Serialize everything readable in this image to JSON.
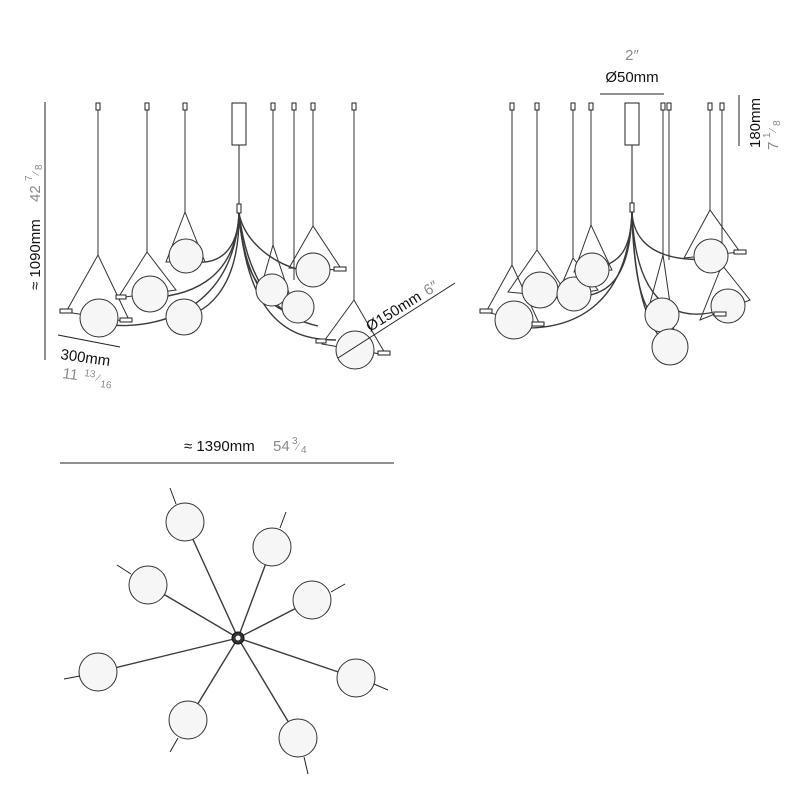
{
  "dimensions": {
    "height": {
      "metric": "≈ 1090mm",
      "imperial_whole": "42",
      "imperial_num": "7",
      "imperial_den": "8"
    },
    "spread": {
      "metric": "300mm",
      "imperial_whole": "11",
      "imperial_num": "13",
      "imperial_den": "16"
    },
    "globe": {
      "metric": "Ø150mm",
      "imperial": "6″"
    },
    "canopy": {
      "metric": "Ø50mm",
      "imperial": "2″"
    },
    "canopy_height": {
      "metric": "180mm",
      "imperial_whole": "7",
      "imperial_num": "1",
      "imperial_den": "8"
    },
    "total_width": {
      "metric": "≈ 1390mm",
      "imperial_whole": "54",
      "imperial_num": "3",
      "imperial_den": "4"
    }
  },
  "colors": {
    "line": "#222222",
    "imperial": "#8a8a8a",
    "globe_fill": "#f6f6f6"
  },
  "views": [
    "front-elevation",
    "side-elevation",
    "top-plan"
  ]
}
